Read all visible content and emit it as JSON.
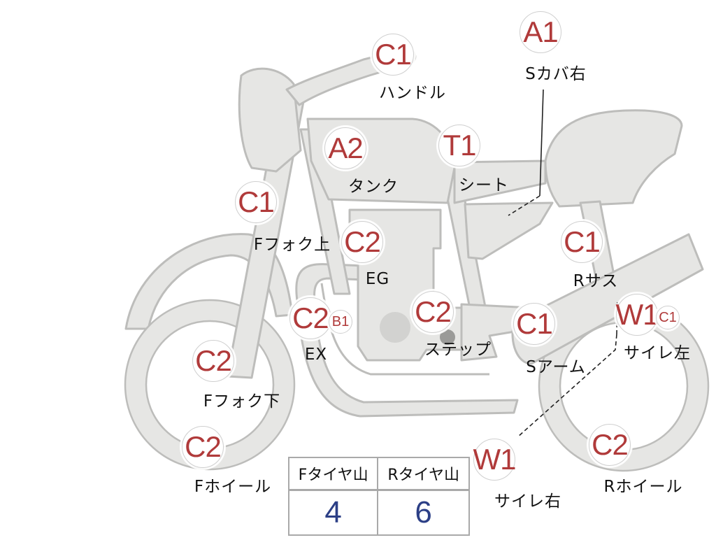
{
  "callouts": [
    {
      "id": "c1-handle",
      "code": "C1",
      "label": "ハンドル"
    },
    {
      "id": "a1-side",
      "code": "A1",
      "label": "Sカバ右"
    },
    {
      "id": "a2-tank",
      "code": "A2",
      "label": "タンク"
    },
    {
      "id": "t1-seat",
      "code": "T1",
      "label": "シート"
    },
    {
      "id": "c1-fork-up",
      "code": "C1",
      "label": "Fフォク上"
    },
    {
      "id": "c2-engine",
      "code": "C2",
      "label": "EG"
    },
    {
      "id": "c1-rsus",
      "code": "C1",
      "label": "Rサス"
    },
    {
      "id": "c2-ex",
      "code": "C2",
      "label": "EX"
    },
    {
      "id": "b1-ex",
      "code": "B1",
      "label": ""
    },
    {
      "id": "c2-step",
      "code": "C2",
      "label": "ステップ"
    },
    {
      "id": "c1-sarm",
      "code": "C1",
      "label": "Sアーム"
    },
    {
      "id": "w1-muffler-l",
      "code": "W1",
      "label": "サイレ左"
    },
    {
      "id": "c1-muffler-l",
      "code": "C1",
      "label": ""
    },
    {
      "id": "c2-fork-lo",
      "code": "C2",
      "label": "Fフォク下"
    },
    {
      "id": "c2-fwheel",
      "code": "C2",
      "label": "Fホイール"
    },
    {
      "id": "w1-muffler-r",
      "code": "W1",
      "label": "サイレ右"
    },
    {
      "id": "c2-rwheel",
      "code": "C2",
      "label": "Rホイール"
    }
  ],
  "tire_table": {
    "front_label": "Fタイヤ山",
    "rear_label": "Rタイヤ山",
    "front_value": "4",
    "rear_value": "6"
  },
  "colors": {
    "part_fill": "#e6e6e4",
    "part_outline": "#bdbdbb",
    "code_red": "#b03a3a",
    "value_blue": "#2c3f86"
  }
}
